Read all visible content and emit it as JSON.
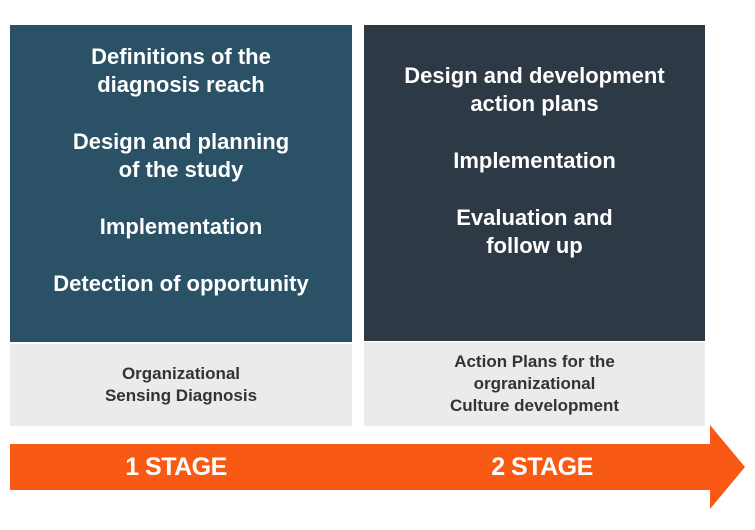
{
  "stage1": {
    "steps": [
      "Definitions of the\ndiagnosis reach",
      "Design and planning\nof the study",
      "Implementation",
      "Detection of opportunity"
    ],
    "caption": "Organizational\nSensing Diagnosis",
    "label": "1 STAGE"
  },
  "stage2": {
    "steps": [
      "Design and development\naction plans",
      "Implementation",
      "Evaluation and\nfollow up"
    ],
    "caption": "Action Plans for the\norgranizational\nCulture development",
    "label": "2 STAGE"
  },
  "colors": {
    "stage1_panel": "#2b5166",
    "stage2_panel": "#2d3944",
    "caption_bg": "#ebebeb",
    "arrow": "#f85914"
  }
}
